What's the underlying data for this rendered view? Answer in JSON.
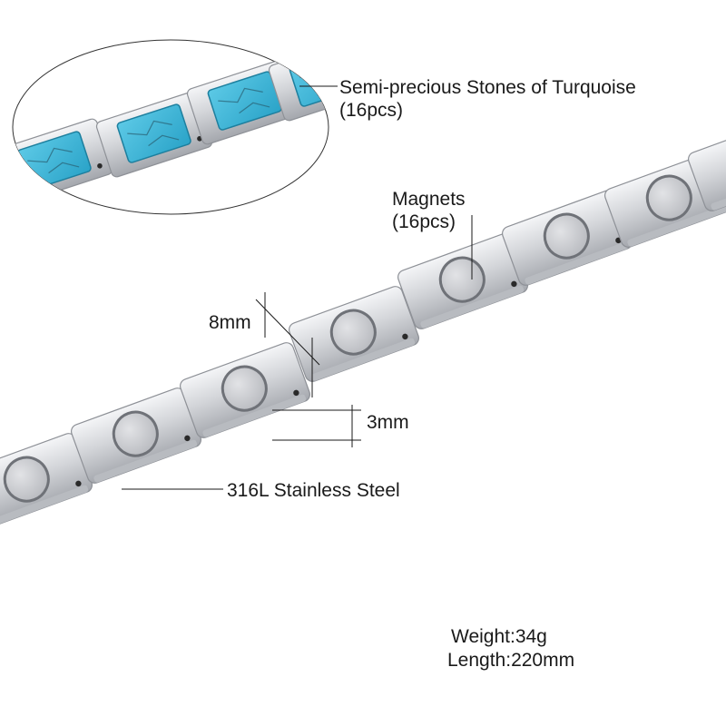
{
  "callouts": {
    "turquoise_line1": "Semi-precious Stones of Turquoise",
    "turquoise_line2": "(16pcs)",
    "magnets_line1": "Magnets",
    "magnets_line2": "(16pcs)",
    "width_label": "8mm",
    "thickness_label": "3mm",
    "material_label": "316L Stainless Steel"
  },
  "specs": {
    "weight": "Weight:34g",
    "length": "Length:220mm"
  },
  "colors": {
    "background": "#ffffff",
    "steel": "#d4d6da",
    "steel_dark": "#9a9da3",
    "turquoise": "#3fb8d8"
  }
}
